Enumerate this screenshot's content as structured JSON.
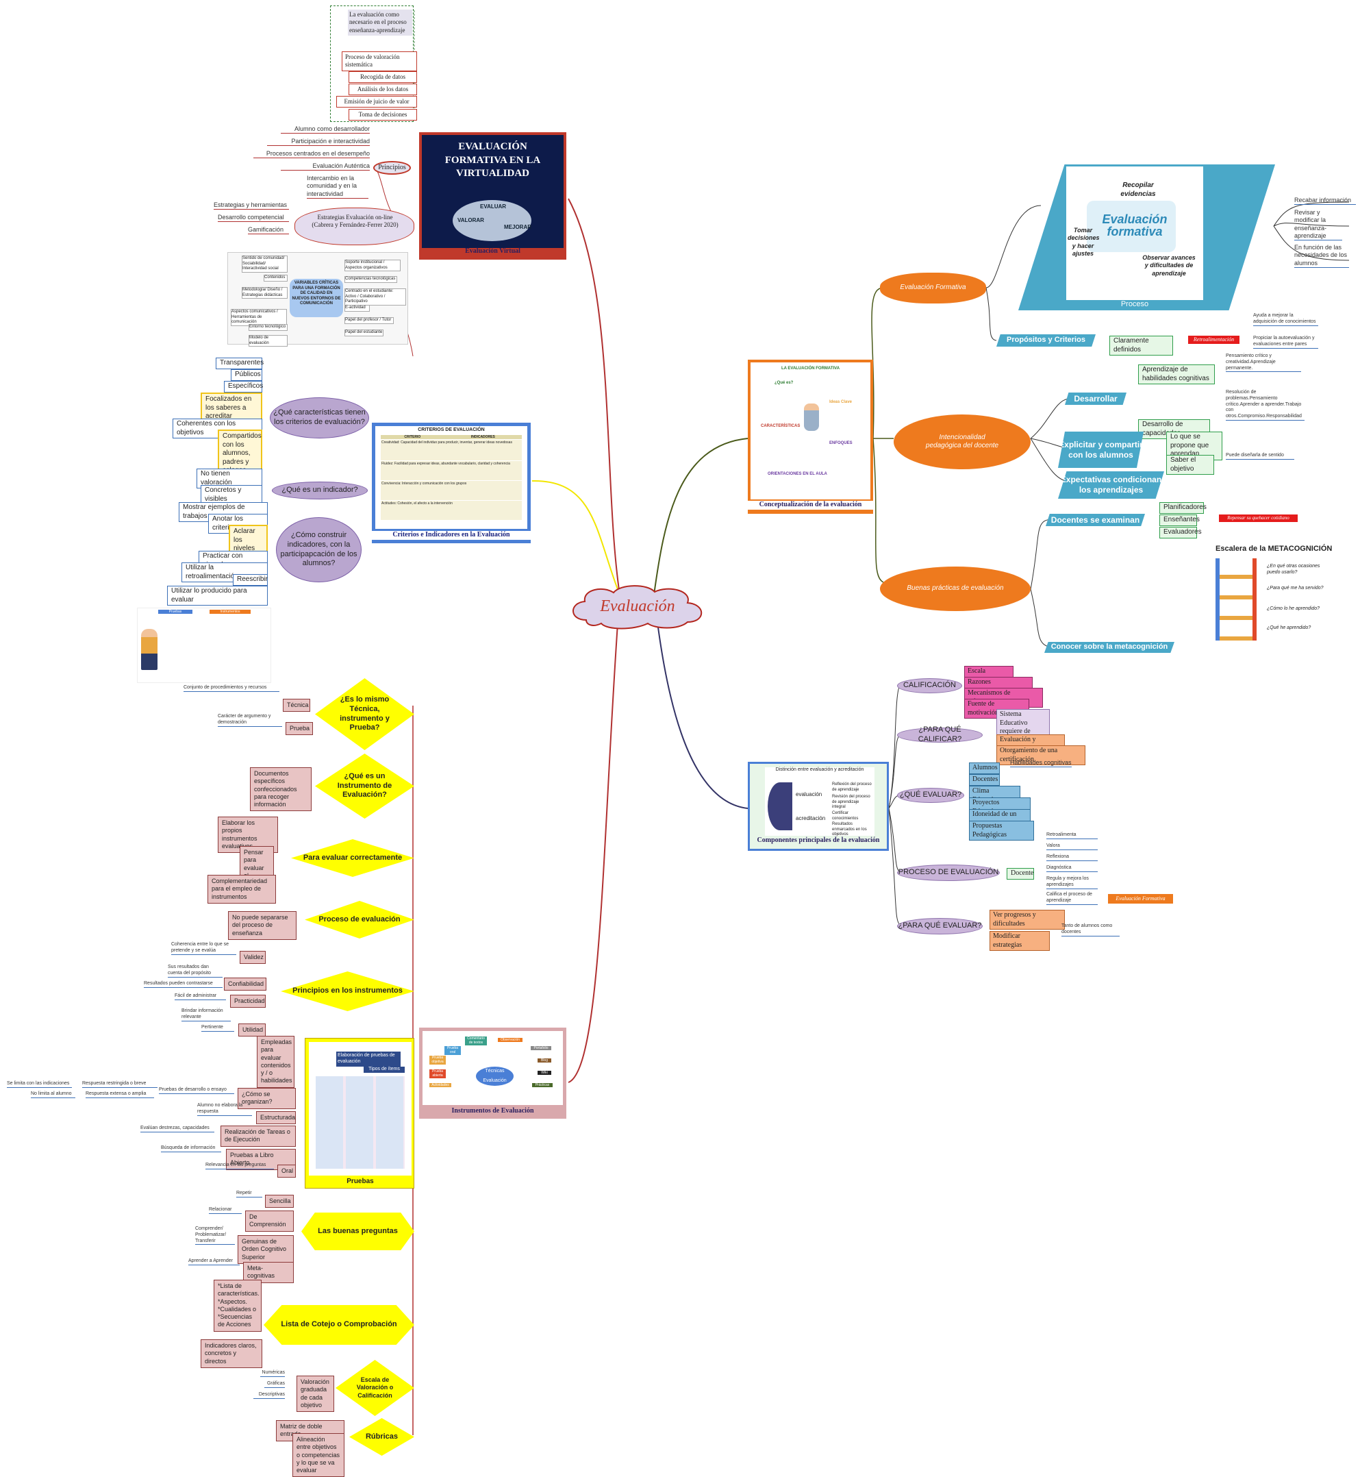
{
  "central": {
    "title": "Evaluación"
  },
  "virtual": {
    "image_title": "EVALUACIÓN FORMATIVA EN LA VIRTUALIDAD",
    "image_words": [
      "EVALUAR",
      "VALORAR",
      "MEJORAR"
    ],
    "caption": "Evaluación Virtual",
    "concept_list": [
      "La evaluación como necesario en el proceso enseñanza-aprendizaje",
      "Proceso de valoración sistemática",
      "Recogida de datos",
      "Análisis de los datos",
      "Emisión de juicio de valor",
      "Toma de decisiones"
    ],
    "principios_label": "Principios",
    "principios": [
      "Alumno como desarrollador",
      "Participación e interactividad",
      "Procesos centrados en el desempeño",
      "Evaluación Auténtica",
      "Intercambio en la comunidad y en la interactividad"
    ],
    "estrategias_label": "Estrategias Evaluación on-line (Cabrera y Fernández-Ferrer 2020)",
    "estrategias": [
      "Estrategias y herramientas",
      "Desarrollo competencial",
      "Gamificación"
    ],
    "variables": {
      "center": "VARIABLES CRÍTICAS PARA UNA FORMACIÓN DE CALIDAD EN NUEVOS ENTORNOS DE COMUNICACIÓN",
      "left": [
        "Sentido de comunidad/ Sociabilidad/ Interactividad social",
        "Contenidos",
        "Metodología/ Diseño / Estrategias didácticas",
        "Aspectos comunicativos / Herramientas de comunicación",
        "Entorno tecnológico",
        "Modelo de evaluación"
      ],
      "right": [
        "Soporte institucional / Aspectos organizativos",
        "Competencias tecnológicas",
        "Centrado en el estudiante: Activo / Colaborativo / Participativo",
        "E-actividad",
        "Papel del profesor / Tutor",
        "Papel del estudiante"
      ]
    }
  },
  "criterios": {
    "caption": "Criterios e Indicadores en la Evaluación",
    "table_title": "CRITERIOS DE EVALUACIÓN",
    "table_headers": [
      "CRITERIO",
      "INDICADORES"
    ],
    "table_rows": [
      "Creatividad: Capacidad del individuo para producir, inventar, generar ideas novedosas",
      "Fluidez: Facilidad para expresar ideas, abundante vocabulario, claridad y coherencia",
      "Convivencia: Interacción y comunicación con los grupos",
      "Actitudes: Cohesión, el afecto a la intervención"
    ],
    "q1": "¿Qué características tienen los criterios de evaluación?",
    "q1_items": [
      "Transparentes",
      "Públicos",
      "Específicos",
      "Focalizados en los saberes a acreditar",
      "Coherentes con los objetivos",
      "Compartidos con los alumnos, padres y colegas",
      "No tienen valoración"
    ],
    "q2": "¿Qué es un indicador?",
    "q2_items": [
      "Concretos y visibles"
    ],
    "q3": "¿Cómo construir indicadores, con la participapcación de los alumnos?",
    "q3_items": [
      "Mostrar ejemplos de trabajos",
      "Anotar los criterios",
      "Aclarar los niveles de calidad",
      "Practicar con ejemplos",
      "Utilizar la retroalimentación",
      "Reescribir",
      "Utilizar lo producido para evaluar"
    ]
  },
  "instrumentos": {
    "caption": "Instrumentos de Evaluación",
    "image_center": "Técnicas Evaluación",
    "image_items": [
      "Prueba oral",
      "Comentario de textos",
      "Observación",
      "Portafolio",
      "Prueba objetiva",
      "Blog",
      "Prueba abierta",
      "Wiki",
      "Actividades",
      "Prácticas"
    ],
    "q_tecnica": "¿Es lo mismo Técnica, instrumento y Prueba?",
    "tecnica": {
      "label": "Técnica",
      "desc": "Conjunto de procedimientos y recursos"
    },
    "prueba": {
      "label": "Prueba",
      "desc": "Carácter de argumento y demostración"
    },
    "q_instrumento": "¿Qué es un Instrumento de Evaluación?",
    "instrumento_def": "Documentos específicos confeccionados para recoger información",
    "correcto": "Para evaluar correctamente",
    "correcto_items": [
      "Elaborar los propios instrumentos evaluativos",
      "Pensar para evaluar el propósito",
      "Complementariedad para el empleo de instrumentos"
    ],
    "proceso": "Proceso de evaluación",
    "proceso_item": "No puede separarse del proceso de enseñanza",
    "principios": "Principios en los instrumentos",
    "principios_items": [
      {
        "label": "Validez",
        "desc": [
          "Coherencia entre lo que se pretende y se evalúa"
        ]
      },
      {
        "label": "Confiabilidad",
        "desc": [
          "Sus resultados dan cuenta del propósito",
          "Resultados pueden contrastarse"
        ]
      },
      {
        "label": "Practicidad",
        "desc": [
          "Fácil de administrar"
        ]
      },
      {
        "label": "Utilidad",
        "desc": [
          "Brindar información relevante",
          "Pertinente"
        ]
      }
    ],
    "pruebas_caption": "Pruebas",
    "pruebas_header": "Elaboración de pruebas de evaluación",
    "pruebas_sub": "Tipos de ítems",
    "pruebas_items": {
      "empleadas": "Empleadas para evaluar contenidos y / o habilidades",
      "organizan": "¿Cómo se organizan?",
      "organizan_desc": "Pruebas de desarrollo o ensayo",
      "estructurada": "Estructurada",
      "estructurada_desc": "Alumno no elabora la respuesta",
      "tareas": "Realización de Tareas o de Ejecución",
      "tareas_desc": "Evalúan destrezas, capacidades",
      "libro": "Pruebas a Libro Abierto",
      "libro_desc": "Búsqueda de información",
      "oral": "Oral",
      "oral_desc": "Relevancia en las preguntas",
      "restringida": "Respuesta restringida o breve",
      "restringida_desc": "Se limita con las indicaciones",
      "extensa": "Respuesta extensa o amplia",
      "extensa_desc": "No limita al alumno"
    },
    "preguntas": "Las buenas preguntas",
    "preguntas_items": [
      {
        "label": "Sencilla",
        "desc": "Repetir"
      },
      {
        "label": "De Comprensión",
        "desc": "Relacionar"
      },
      {
        "label": "Genuinas de Orden Cognitivo Superior",
        "desc": "Comprender/ Problematizar/ Transferir"
      },
      {
        "label": "Meta-cognitivas",
        "desc": "Aprender a Aprender"
      }
    ],
    "cotejo": "Lista de Cotejo o Comprobación",
    "cotejo_items": [
      "*Lista de características. *Aspectos. *Cualidades o *Secuencias de Acciones",
      "Indicadores claros, concretos y directos"
    ],
    "escala": "Escala de Valoración o Calificación",
    "escala_item": "Valoración graduada de cada objetivo",
    "escala_types": [
      "Numéricas",
      "Gráficas",
      "Descriptivas"
    ],
    "rubricas": "Rúbricas",
    "rubricas_items": [
      "Matriz de doble entrada",
      "Alineación entre objetivos o competencias y lo que se va evaluar"
    ],
    "side_left_title": "Pruebas",
    "side_right_title": "Instrumentos"
  },
  "conceptualizacion": {
    "caption": "Conceptualización de la evaluación",
    "image_title": "LA EVALUACIÓN FORMATIVA",
    "image_labels": [
      "¿Qué es?",
      "CARACTERÍSTICAS",
      "Ideas Clave",
      "ENFOQUES",
      "ORIENTACIONES EN EL AULA"
    ],
    "formativa_label": "Evaluación Formativa",
    "formativa_image": {
      "title": "Evaluación formativa",
      "items": [
        "Recopilar evidencias",
        "Tomar decisiones y hacer ajustes",
        "Observar avances y dificultades de aprendizaje"
      ],
      "caption": "Proceso"
    },
    "formativa_right": [
      "Recabar información",
      "Revisar y modificar la enseñanza-aprendizaje",
      "En función de las necesidades de los alumnos"
    ],
    "propositos": "Propósitos y Criterios",
    "claramente": "Claramente definidos",
    "retro": "Retroalimentación",
    "retro_items": [
      "Ayuda a mejorar la adquisición de conocimientos",
      "Propiciar la autoevaluación y evaluaciones entre pares"
    ],
    "intencionalidad": "Intencionalidad pedagógica del docente",
    "desarrollar": "Desarrollar",
    "desarrollar_items": [
      "Aprendizaje de habilidades cognitivas",
      "Desarrollo de capacidades"
    ],
    "desarrollar_desc": [
      "Pensamiento crítico y creatividad.Aprendizaje permanente.",
      "Resolución de problemas.Pensamiento crítico.Aprender a aprender.Trabajo con otros.Compromiso.Responsabilidad"
    ],
    "explicitar": "Explicitar y compartir con los alumnos",
    "explicitar_items": [
      "Lo que se propone que aprendan",
      "Saber el objetivo"
    ],
    "explicitar_desc": "Puede diseñarla de sentido",
    "expectativas": "Expectativas condicionan los aprendizajes",
    "buenas": "Buenas prácticas de evaluación",
    "docentes": "Docentes se examinan",
    "docentes_items": [
      "Planificadores",
      "Enseñantes",
      "Evaluadores"
    ],
    "repensar": "Repensar su quehacer cotidiano",
    "metacog": "Conocer sobre la metacognición",
    "escalera": {
      "title": "Escalera de la METACOGNICIÓN",
      "steps": [
        "¿En qué otras ocasiones puedo usarlo?",
        "¿Para qué me ha servido?",
        "¿Cómo lo he aprendido?",
        "¿Qué he aprendido?"
      ]
    }
  },
  "componentes": {
    "caption": "Componentes principales de la evaluación",
    "image_title": "Distinción entre evaluación y acreditación",
    "image_rows": [
      {
        "label": "evaluación",
        "items": [
          "Reflexión del proceso de aprendizaje",
          "Revisión del proceso de aprendizaje integral"
        ]
      },
      {
        "label": "acreditación",
        "items": [
          "Certificar conocimientos",
          "Resultados enmarcados en los objetivos"
        ]
      }
    ],
    "calificacion": "CALIFICACIÓN",
    "calificacion_items": [
      "Escala cuantitativa",
      "Razones administrativas",
      "Mecanismos de información",
      "Fuente de motivación"
    ],
    "para_calificar": "¿PARA QUÉ CALIFICAR?",
    "para_calificar_items": [
      "Sistema Educativo requiere de calificaciones",
      "Evaluación y Acreditación",
      "Otorgamiento de una certificación"
    ],
    "que_evaluar": "¿QUÉ EVALUAR?",
    "que_evaluar_items": [
      "Alumnos",
      "Docentes",
      "Clima Educativo",
      "Proyectos Educativos",
      "Idoneidad de un texto",
      "Propuestas Pedagógicas"
    ],
    "habilidades": "Habilidades cognitivas",
    "proceso": "PROCESO DE EVALUACIÓN",
    "docente": "Docente",
    "docente_items": [
      "Retroalimenta",
      "Valora",
      "Reflexiona",
      "Diagnóstica",
      "Regula y mejora los aprendizajes",
      "Califica el proceso de aprendizaje"
    ],
    "ev_formativa": "Evaluación Formativa",
    "para_evaluar": "¿PARA QUÉ EVALUAR?",
    "para_evaluar_items": [
      "Ver progresos y dificultades",
      "Modificar estrategias"
    ],
    "tanto": "Tanto de alumnos como docentes"
  }
}
